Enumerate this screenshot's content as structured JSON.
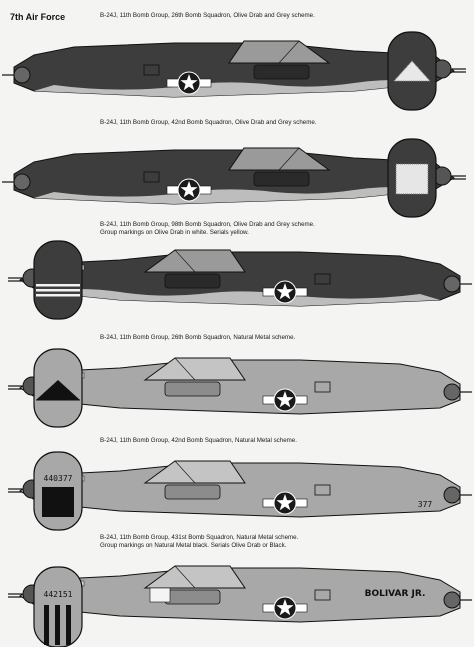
{
  "header": {
    "title": "7th Air Force"
  },
  "profiles": [
    {
      "caption": "B-24J, 11th Bomb Group, 26th Bomb Squadron, Olive Drab and Grey scheme.",
      "scheme": "olive-grey",
      "tail_marking": "triangle-dotted",
      "serial": "",
      "nose_art": ""
    },
    {
      "caption": "B-24J, 11th Bomb Group, 42nd Bomb Squadron, Olive Drab and Grey scheme.",
      "scheme": "olive-grey",
      "tail_marking": "square-dotted",
      "serial": "",
      "nose_art": ""
    },
    {
      "caption": "B-24J, 11th Bomb Group, 98th Bomb Squadron, Olive Drab and Grey scheme.\nGroup markings on Olive Drab in white. Serials yellow.",
      "scheme": "olive-grey",
      "tail_marking": "stripes-white",
      "serial": "",
      "nose_art": ""
    },
    {
      "caption": "B-24J, 11th Bomb Group, 26th Bomb Squadron, Natural Metal scheme.",
      "scheme": "natural-metal",
      "tail_marking": "triangle-black",
      "serial": "",
      "nose_art": ""
    },
    {
      "caption": "B-24J, 11th Bomb Group, 42nd Bomb Squadron, Natural Metal scheme.",
      "scheme": "natural-metal",
      "tail_marking": "square-black",
      "serial": "440377",
      "fuselage_number": "377",
      "nose_art": ""
    },
    {
      "caption": "B-24J, 11th Bomb Group, 431st Bomb Squadron, Natural Metal scheme.\nGroup markings on Natural Metal black. Serials Olive Drab or Black.",
      "scheme": "natural-metal",
      "tail_marking": "bars-black",
      "serial": "442151",
      "nose_art": "BOLIVAR JR."
    }
  ],
  "colors": {
    "olive_drab": "#3d3d3d",
    "neutral_grey": "#bdbdbd",
    "natural_metal": "#a8a8a8",
    "ink": "#111111"
  }
}
